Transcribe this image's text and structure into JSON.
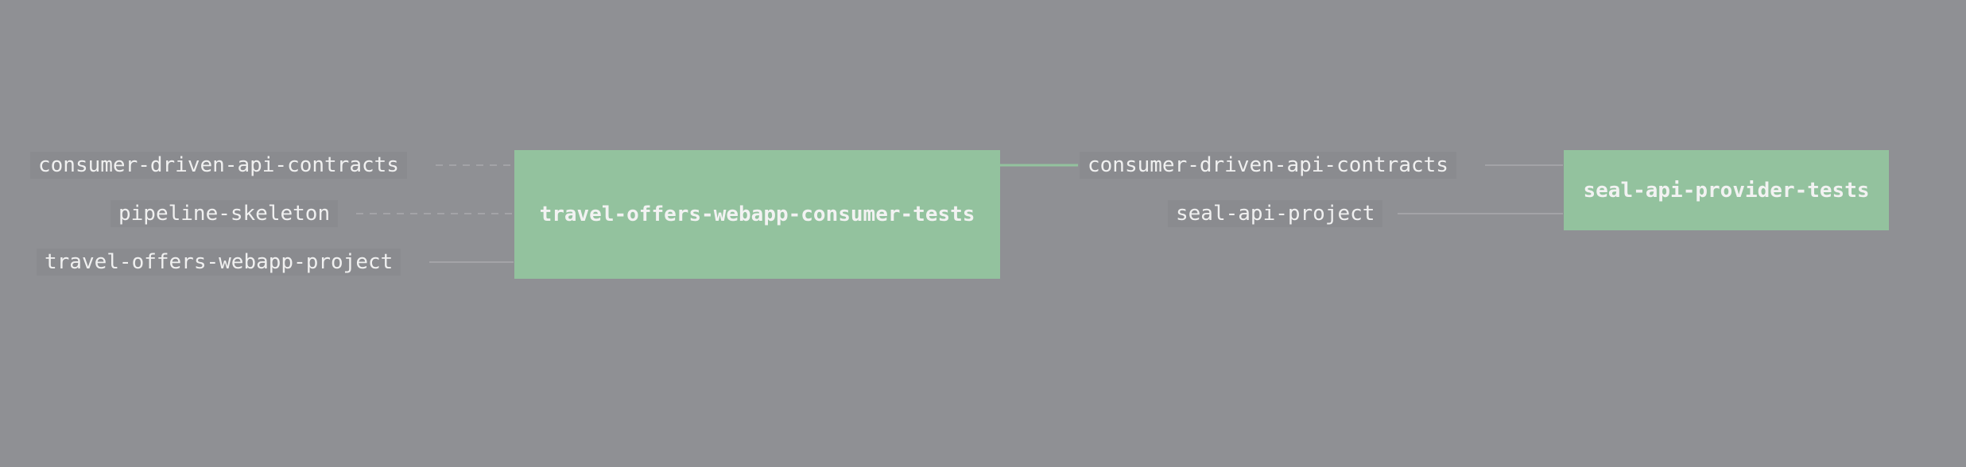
{
  "pipeline": {
    "jobs": [
      {
        "id": "job-1",
        "name": "travel-offers-webapp-consumer-tests",
        "status_color": "#93c29e"
      },
      {
        "id": "job-2",
        "name": "seal-api-provider-tests",
        "status_color": "#93c29e"
      }
    ],
    "inputs_job_1": [
      {
        "name": "consumer-driven-api-contracts",
        "trigger": false
      },
      {
        "name": "pipeline-skeleton",
        "trigger": false
      },
      {
        "name": "travel-offers-webapp-project",
        "trigger": true
      }
    ],
    "inputs_job_2": [
      {
        "name": "consumer-driven-api-contracts",
        "trigger": true
      },
      {
        "name": "seal-api-project",
        "trigger": true
      }
    ]
  },
  "colors": {
    "background": "#8f9094",
    "job_succeeded": "#93c29e",
    "resource_bg": "#8a8b8f",
    "edge_line": "#a3a3a7",
    "edge_output": "#93c29e"
  }
}
